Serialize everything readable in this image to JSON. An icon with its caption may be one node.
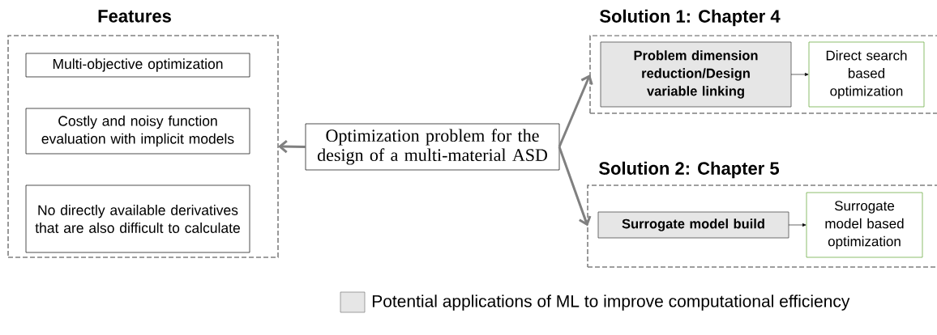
{
  "diagram": {
    "nodes": [
      {
        "text": [
          "Features"
        ]
      },
      {
        "text": [
          "Multi-objective optimization"
        ],
        "in": 0
      },
      {
        "text": [
          "Costly and noisy function evaluation with implicit models"
        ],
        "in": 0
      },
      {
        "text": [
          "No directly available derivatives that are also difficult to calculate"
        ],
        "in": 0
      },
      {
        "text": [
          "Optimization problem for the design of a multi-material ASD"
        ]
      },
      {
        "text": [
          "Solution 1: Chapter 4"
        ]
      },
      {
        "text": [
          "Problem dimension reduction/Design variable linking"
        ],
        "in": 5
      },
      {
        "text": [
          "Direct search based optimization"
        ],
        "in": 5
      },
      {
        "text": [
          "Solution 2: Chapter 5"
        ]
      },
      {
        "text": [
          "Surrogate model build"
        ],
        "in": 8
      },
      {
        "text": [
          "Surrogate model based optimization"
        ],
        "in": 8
      }
    ],
    "edges": [
      {
        "from": 4,
        "to": 0,
        "arrow": "to"
      },
      {
        "from": 4,
        "to": 5,
        "arrow": "to"
      },
      {
        "from": 4,
        "to": 8,
        "arrow": "to"
      },
      {
        "from": 6,
        "to": 7,
        "arrow": "to",
        "color": "#000000"
      },
      {
        "from": 9,
        "to": 10,
        "arrow": "to",
        "color": "#000000"
      }
    ],
    "legend": [
      {
        "text": "Potential applications of ML to improve computational efficiency",
        "color": "#e6e6e6"
      }
    ]
  }
}
